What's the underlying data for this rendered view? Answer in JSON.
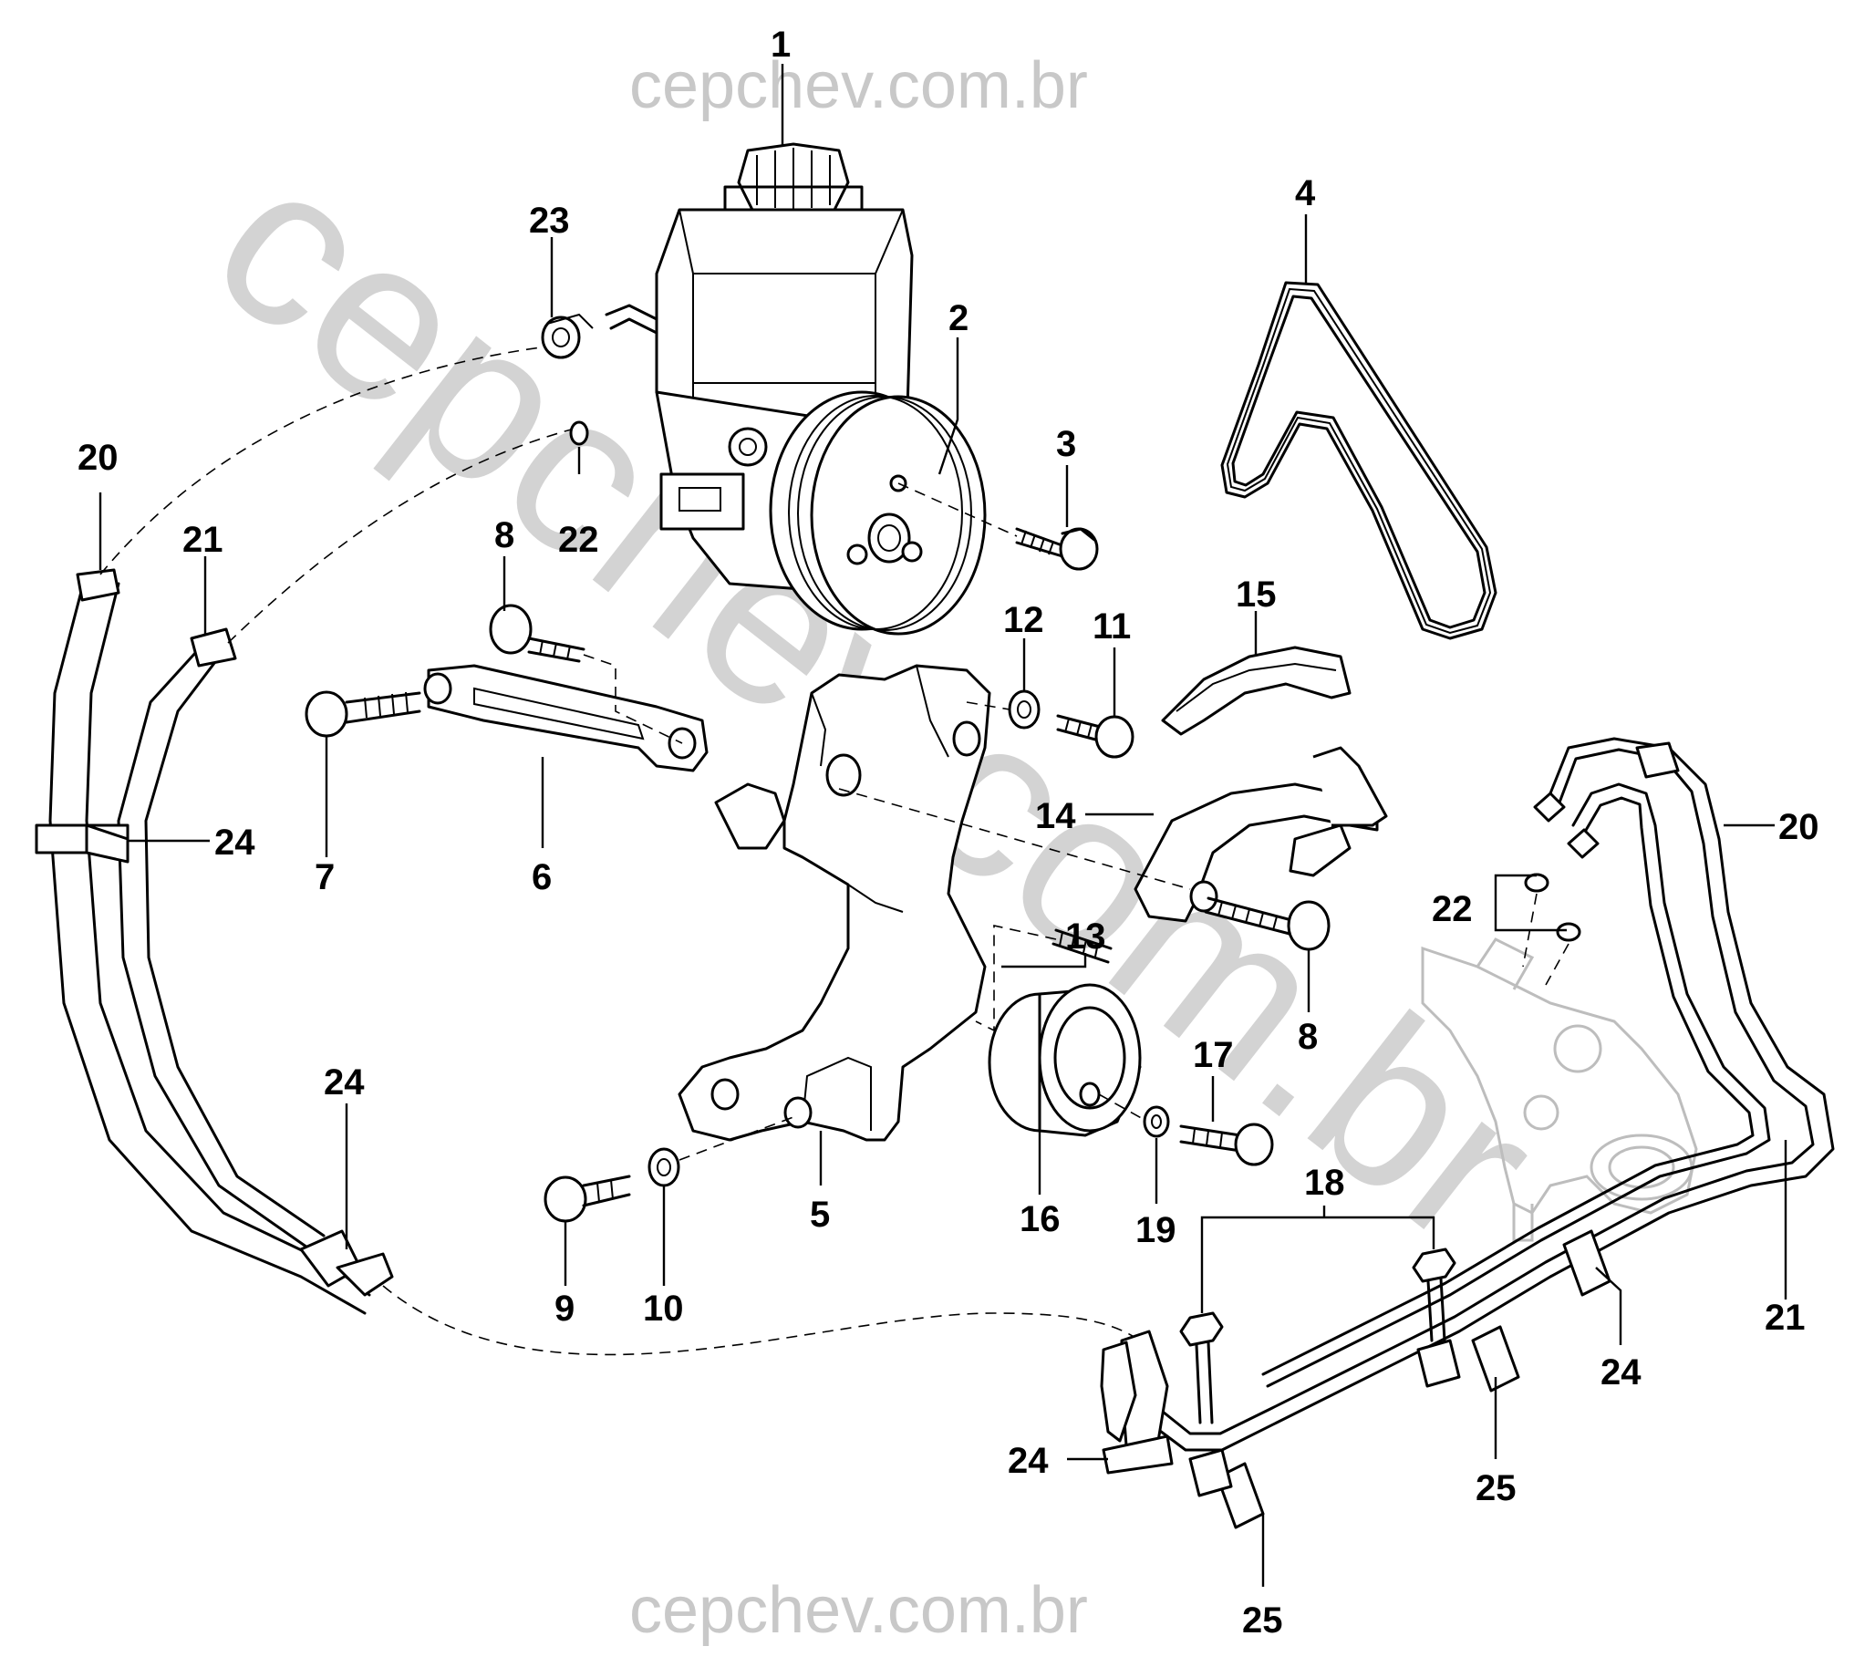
{
  "watermark": {
    "top": "cepchev.com.br",
    "bottom": "cepchev.com.br",
    "diagonal": "cepchev.com.br"
  },
  "callouts": [
    {
      "id": "c1",
      "label": "1"
    },
    {
      "id": "c2",
      "label": "2"
    },
    {
      "id": "c3",
      "label": "3"
    },
    {
      "id": "c4",
      "label": "4"
    },
    {
      "id": "c5",
      "label": "5"
    },
    {
      "id": "c6",
      "label": "6"
    },
    {
      "id": "c7",
      "label": "7"
    },
    {
      "id": "c8a",
      "label": "8"
    },
    {
      "id": "c8b",
      "label": "8"
    },
    {
      "id": "c9",
      "label": "9"
    },
    {
      "id": "c10",
      "label": "10"
    },
    {
      "id": "c11",
      "label": "11"
    },
    {
      "id": "c12",
      "label": "12"
    },
    {
      "id": "c13",
      "label": "13"
    },
    {
      "id": "c14",
      "label": "14"
    },
    {
      "id": "c15",
      "label": "15"
    },
    {
      "id": "c16",
      "label": "16"
    },
    {
      "id": "c17",
      "label": "17"
    },
    {
      "id": "c18",
      "label": "18"
    },
    {
      "id": "c19",
      "label": "19"
    },
    {
      "id": "c20a",
      "label": "20"
    },
    {
      "id": "c20b",
      "label": "20"
    },
    {
      "id": "c21a",
      "label": "21"
    },
    {
      "id": "c21b",
      "label": "21"
    },
    {
      "id": "c22a",
      "label": "22"
    },
    {
      "id": "c22b",
      "label": "22"
    },
    {
      "id": "c23",
      "label": "23"
    },
    {
      "id": "c24a",
      "label": "24"
    },
    {
      "id": "c24b",
      "label": "24"
    },
    {
      "id": "c24c",
      "label": "24"
    },
    {
      "id": "c24d",
      "label": "24"
    },
    {
      "id": "c25a",
      "label": "25"
    },
    {
      "id": "c25b",
      "label": "25"
    }
  ]
}
